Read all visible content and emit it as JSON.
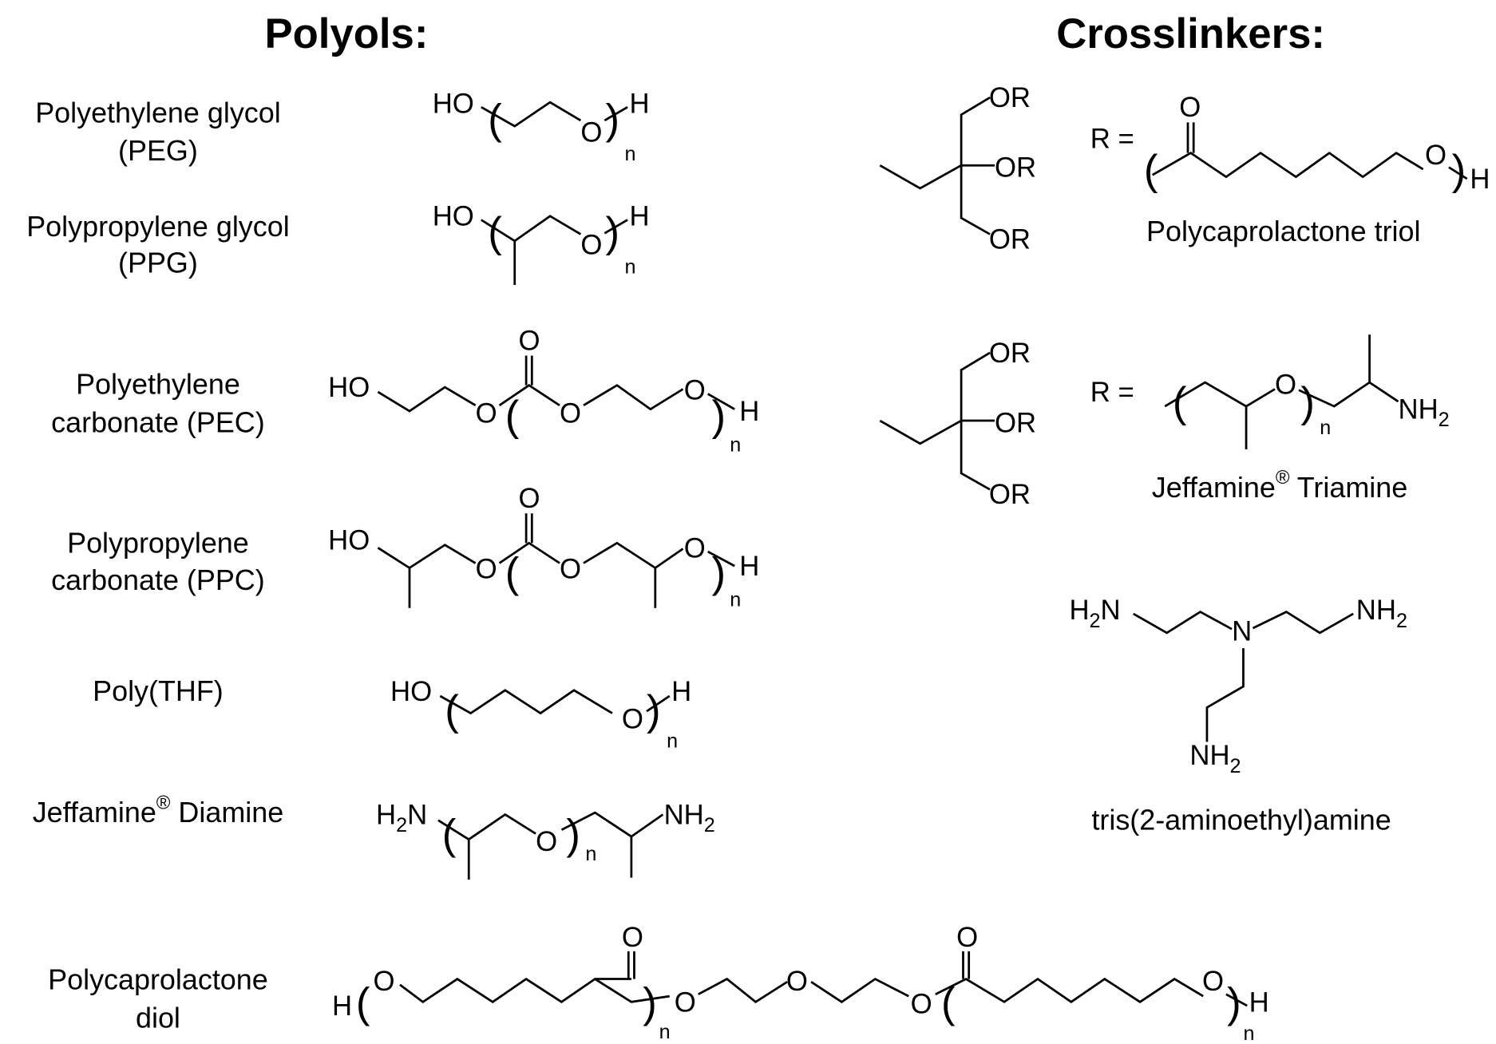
{
  "headers": {
    "polyols": "Polyols:",
    "crosslinkers": "Crosslinkers:"
  },
  "polyols": {
    "peg": [
      "Polyethylene glycol",
      "(PEG)"
    ],
    "ppg": [
      "Polypropylene glycol",
      "(PPG)"
    ],
    "pec": [
      "Polyethylene",
      "carbonate (PEC)"
    ],
    "ppc": [
      "Polypropylene",
      "carbonate (PPC)"
    ],
    "pthf": [
      "Poly(THF)"
    ],
    "jd": {
      "a": "Jeffamine",
      "reg": "®",
      "b": " Diamine"
    },
    "pcld": [
      "Polycaprolactone",
      "diol"
    ]
  },
  "crosslinkers": {
    "pclt": "Polycaprolactone triol",
    "jt": {
      "a": "Jeffamine",
      "reg": "®",
      "b": " Triamine"
    },
    "taea": "tris(2-aminoethyl)amine",
    "r_eq": "R ="
  },
  "atoms": {
    "HO": "HO",
    "O": "O",
    "H": "H",
    "n": "n",
    "OR": "OR",
    "N": "N",
    "NH": "NH",
    "HN": "H",
    "Nr": "N",
    "sub2": "2",
    "lp": "(",
    "rp": ")"
  }
}
